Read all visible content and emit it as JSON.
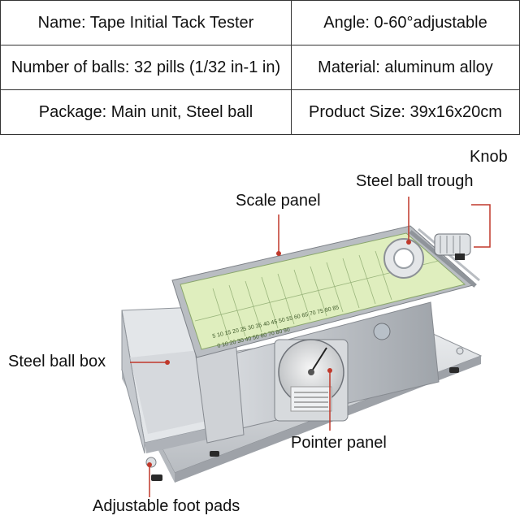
{
  "specs": {
    "name": "Name: Tape Initial Tack Tester",
    "angle": "Angle: 0-60°adjustable",
    "balls": "Number of balls: 32 pills (1/32 in-1 in)",
    "material": "Material: aluminum alloy",
    "package": "Package: Main unit, Steel ball",
    "size": "Product Size: 39x16x20cm"
  },
  "callouts": {
    "knob": "Knob",
    "trough": "Steel ball trough",
    "scale": "Scale panel",
    "box": "Steel ball box",
    "pointer": "Pointer panel",
    "feet": "Adjustable foot pads"
  },
  "scale_markings": {
    "row_top": "5 10 15 20 25 30 35 40 45 50 55 60 65 70 75 80 85",
    "row_bottom": "0 10 20 30 40 50 60 70 80 90"
  },
  "colors": {
    "scale_green": "#dfeebe",
    "metal": "#c9ccd0",
    "callout_line": "#c0392b"
  }
}
